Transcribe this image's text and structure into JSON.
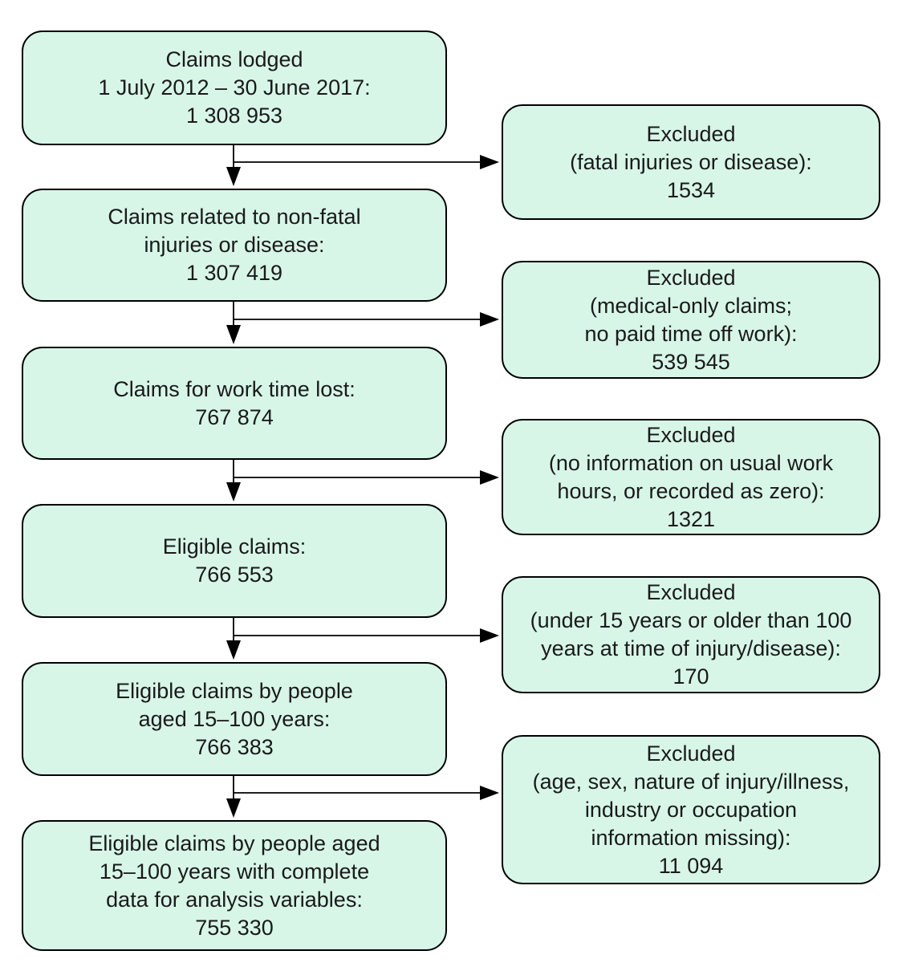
{
  "colors": {
    "box_fill": "#d7f6e8",
    "box_border": "#000000",
    "text": "#1a1a1a",
    "arrow": "#000000",
    "background": "#ffffff"
  },
  "flowchart": {
    "main_boxes": [
      {
        "lines": [
          "Claims lodged",
          "1 July 2012 – 30 June 2017:",
          "1 308 953"
        ]
      },
      {
        "lines": [
          "Claims related to non-fatal",
          "injuries or disease:",
          "1 307 419"
        ]
      },
      {
        "lines": [
          "Claims for work time lost:",
          "767 874"
        ]
      },
      {
        "lines": [
          "Eligible claims:",
          "766 553"
        ]
      },
      {
        "lines": [
          "Eligible claims by people",
          "aged 15–100 years:",
          "766 383"
        ]
      },
      {
        "lines": [
          "Eligible claims by people aged",
          "15–100 years with complete",
          "data for analysis variables:",
          "755 330"
        ]
      }
    ],
    "excluded_boxes": [
      {
        "lines": [
          "Excluded",
          "(fatal injuries or disease):",
          "1534"
        ]
      },
      {
        "lines": [
          "Excluded",
          "(medical-only claims;",
          "no paid time off work):",
          "539 545"
        ]
      },
      {
        "lines": [
          "Excluded",
          "(no information on usual work",
          "hours, or recorded as zero):",
          "1321"
        ]
      },
      {
        "lines": [
          "Excluded",
          "(under 15 years or older than 100",
          "years at time of injury/disease):",
          "170"
        ]
      },
      {
        "lines": [
          "Excluded",
          "(age, sex, nature of injury/illness,",
          "industry or occupation",
          "information missing):",
          "11 094"
        ]
      }
    ]
  }
}
